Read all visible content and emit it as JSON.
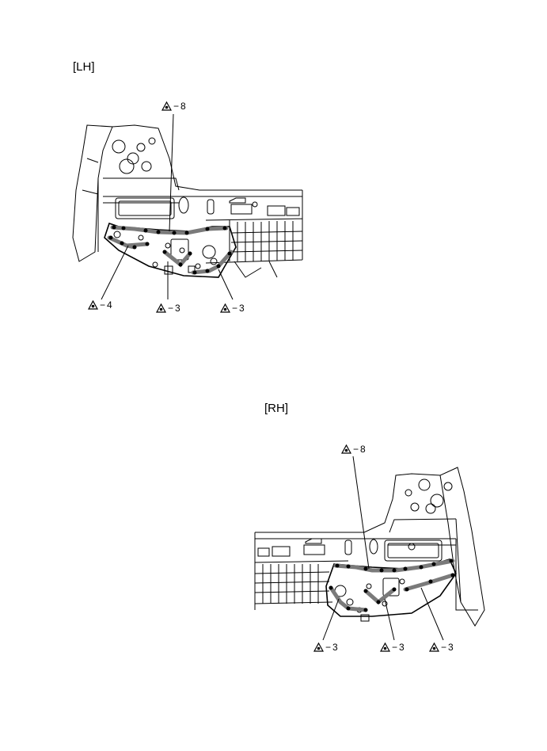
{
  "lh": {
    "label": "[LH]",
    "callouts": [
      {
        "id": "lh-top",
        "value": "8"
      },
      {
        "id": "lh-left",
        "value": "4"
      },
      {
        "id": "lh-mid",
        "value": "3"
      },
      {
        "id": "lh-right",
        "value": "3"
      }
    ]
  },
  "rh": {
    "label": "[RH]",
    "callouts": [
      {
        "id": "rh-top",
        "value": "8"
      },
      {
        "id": "rh-left",
        "value": "3"
      },
      {
        "id": "rh-mid",
        "value": "3"
      },
      {
        "id": "rh-right",
        "value": "3"
      }
    ]
  },
  "callout_prefix": "−",
  "colors": {
    "line": "#000000",
    "adhesive": "#7a7a7a",
    "background": "#ffffff"
  }
}
